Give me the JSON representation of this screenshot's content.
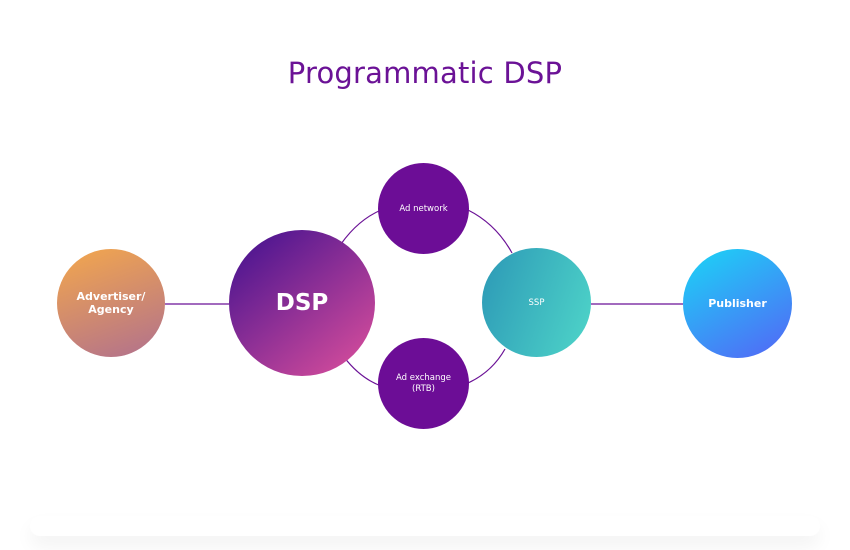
{
  "title": "Programmatic DSP",
  "nodes": {
    "advertiser": {
      "label": "Advertiser/\nAgency"
    },
    "dsp": {
      "label": "DSP"
    },
    "ad_network": {
      "label": "Ad network"
    },
    "ad_exchange": {
      "label": "Ad exchange\n(RTB)"
    },
    "ssp": {
      "label": "SSP"
    },
    "publisher": {
      "label": "Publisher"
    }
  },
  "colors": {
    "title": "#6b1296",
    "connector": "#6b1296",
    "advertiser_gradient": [
      "#f4a84c",
      "#b0708e"
    ],
    "dsp_gradient": [
      "#3d0f8f",
      "#e0519c"
    ],
    "ad_network": "#6c0d96",
    "ad_exchange": "#6c0d96",
    "ssp_gradient": [
      "#2c98b6",
      "#4fd6c9"
    ],
    "publisher_gradient": [
      "#1ad6f6",
      "#5464f6"
    ]
  }
}
